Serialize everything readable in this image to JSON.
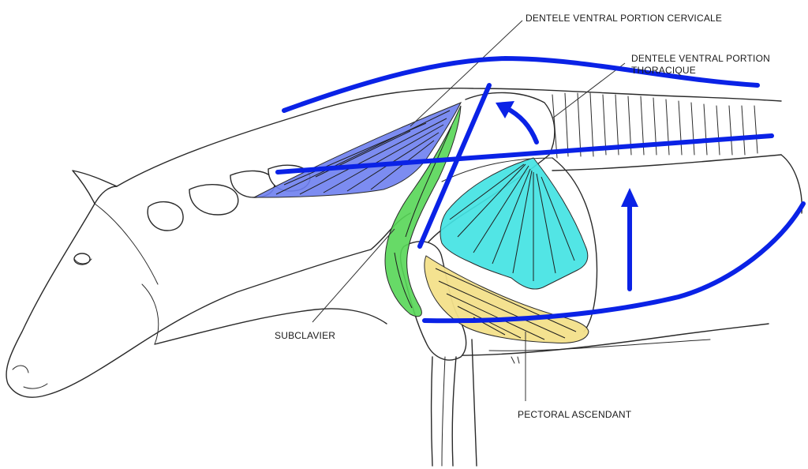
{
  "labels": {
    "serratus_cervical": "DENTELE VENTRAL PORTION CERVICALE",
    "serratus_thoracic_line1": "DENTELE VENTRAL PORTION",
    "serratus_thoracic_line2": "THORACIQUE",
    "subclavius": "SUBCLAVIER",
    "pectoral_ascending": "PECTORAL ASCENDANT"
  },
  "colors": {
    "overlay_lines": "#0a22e6",
    "serratus_cervical": "#6e7ff0",
    "serratus_thoracic": "#43e3e3",
    "subclavius": "#57d657",
    "pectoral_ascending": "#f3e08a"
  }
}
